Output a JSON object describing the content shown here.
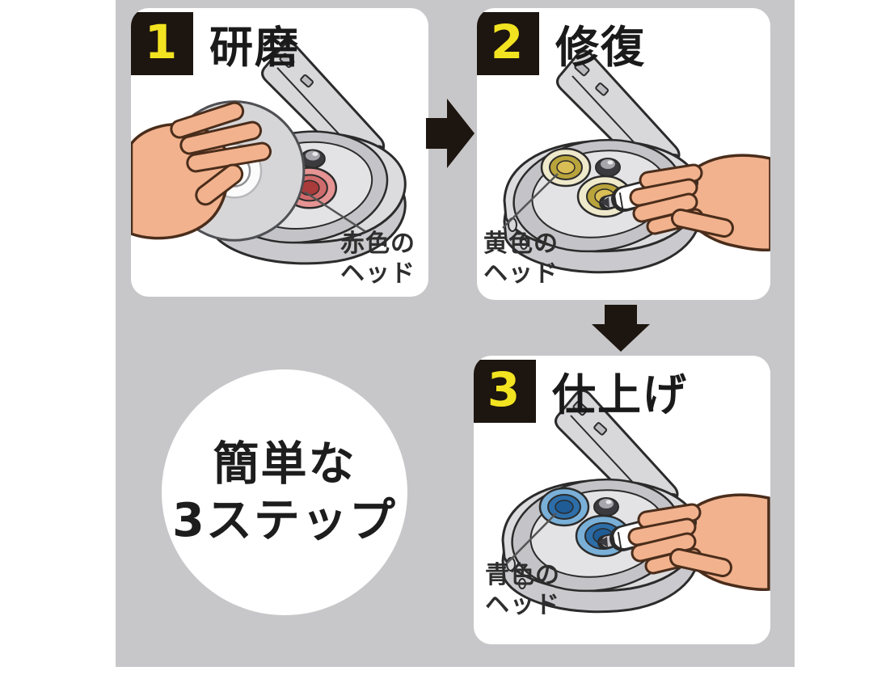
{
  "badge": {
    "line1": "簡単な",
    "line2": "3ステップ"
  },
  "steps": [
    {
      "number": "1",
      "title": "研磨",
      "label_line1": "赤色の",
      "label_line2": "ヘッド",
      "head": {
        "outer": "#e59393",
        "mid": "#cf6b6b",
        "core": "#a93b3b"
      }
    },
    {
      "number": "2",
      "title": "修復",
      "label_line1": "黄色の",
      "label_line2": "ヘッド",
      "head": {
        "outer": "#efe9cb",
        "mid": "#b9a43c",
        "core": "#d9bd55"
      }
    },
    {
      "number": "3",
      "title": "仕上げ",
      "label_line1": "青色の",
      "label_line2": "ヘッド",
      "head": {
        "outer": "#7ab0d8",
        "mid": "#2d6ea8",
        "core": "#1f5c96"
      }
    }
  ],
  "colors": {
    "canvas_bg": "#c7c7c9",
    "panel_bg": "#ffffff",
    "step_box_bg": "#1d150f",
    "step_number": "#f2e321",
    "arrow": "#1d150f",
    "outline": "#2b2b2b",
    "skin": "#f2b28e",
    "device_gray": "#d8d8db"
  }
}
